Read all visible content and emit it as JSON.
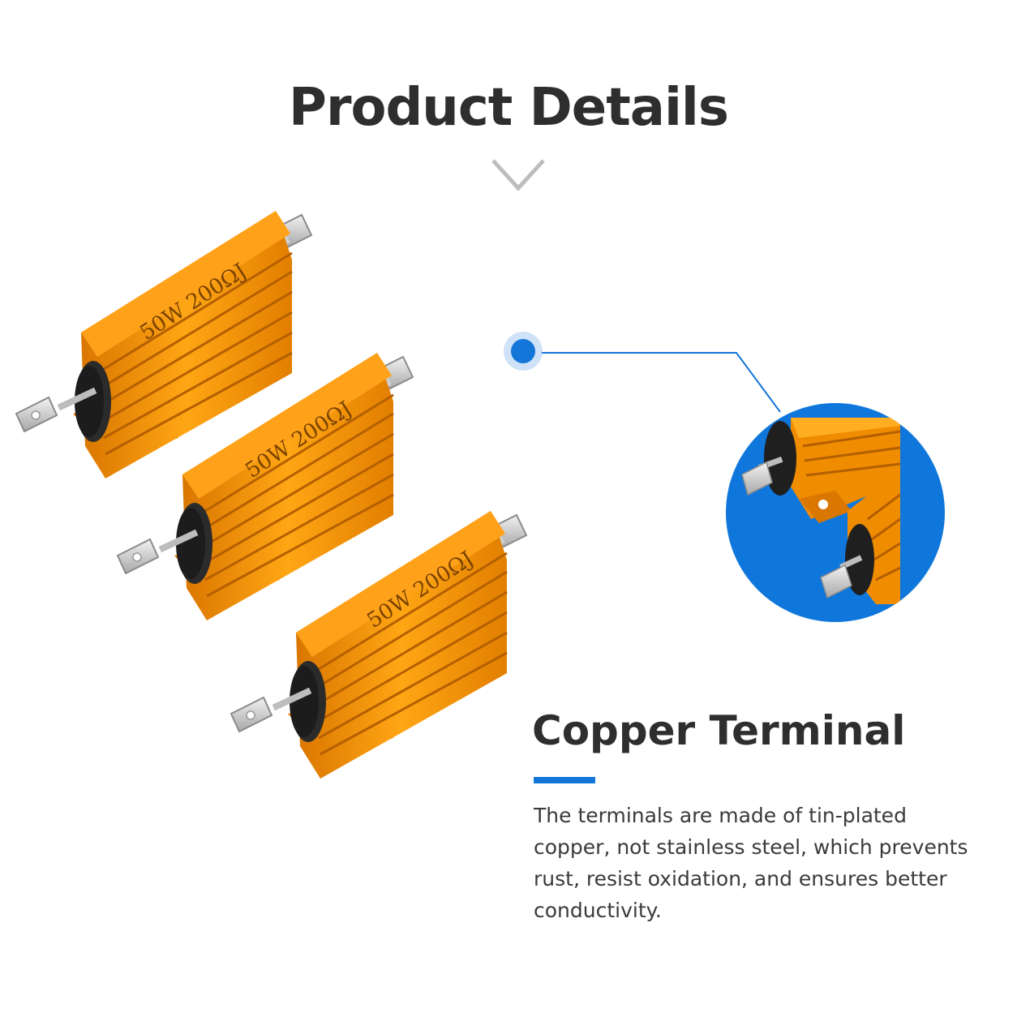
{
  "header": {
    "title": "Product Details",
    "chevron_icon": "chevron-down-icon"
  },
  "product": {
    "marking": "50W 200ΩJ",
    "count": 3,
    "body_color": "#f08c00",
    "highlight_color": "#ffb21c"
  },
  "callout": {
    "accent_color": "#1476d8",
    "bubble_color": "#0f77dc"
  },
  "feature": {
    "title": "Copper Terminal",
    "description": "The terminals are made of tin-plated copper, not stainless steel, which prevents rust, resist oxidation, and ensures better conductivity."
  }
}
